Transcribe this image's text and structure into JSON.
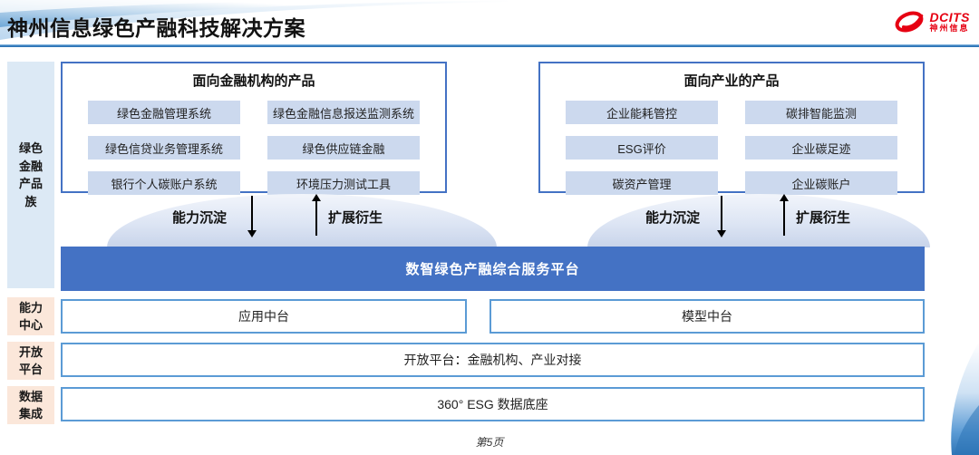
{
  "header": {
    "title": "神州信息绿色产融科技解决方案",
    "logo": {
      "name": "DCITS",
      "subname": "神州信息"
    }
  },
  "sidebar": {
    "product_family": "绿色金融产品族",
    "capability_center": "能力中心",
    "open_platform": "开放平台",
    "data_integration": "数据集成"
  },
  "finance_products": {
    "title": "面向金融机构的产品",
    "items": [
      "绿色金融管理系统",
      "绿色金融信息报送监测系统",
      "绿色信贷业务管理系统",
      "绿色供应链金融",
      "银行个人碳账户系统",
      "环境压力测试工具"
    ]
  },
  "industry_products": {
    "title": "面向产业的产品",
    "items": [
      "企业能耗管控",
      "碳排智能监测",
      "ESG评价",
      "企业碳足迹",
      "碳资产管理",
      "企业碳账户"
    ]
  },
  "flow": {
    "down_label": "能力沉淀",
    "up_label": "扩展衍生"
  },
  "platform": {
    "title": "数智绿色产融综合服务平台"
  },
  "capability_row": {
    "left": "应用中台",
    "right": "模型中台"
  },
  "open_row": {
    "label": "开放平台：金融机构、产业对接"
  },
  "data_row": {
    "label": "360° ESG 数据底座"
  },
  "footer": {
    "page": "第5页"
  },
  "colors": {
    "platform_blue": "#4472c4",
    "box_border_blue": "#5b9bd5",
    "outer_border_blue": "#4472c4",
    "item_bg": "#ccd9ee",
    "sidebar_blue_bg": "#dce9f5",
    "sidebar_peach_bg": "#fbe7da",
    "divider_blue": "#2e75b6",
    "logo_red": "#e60012"
  }
}
